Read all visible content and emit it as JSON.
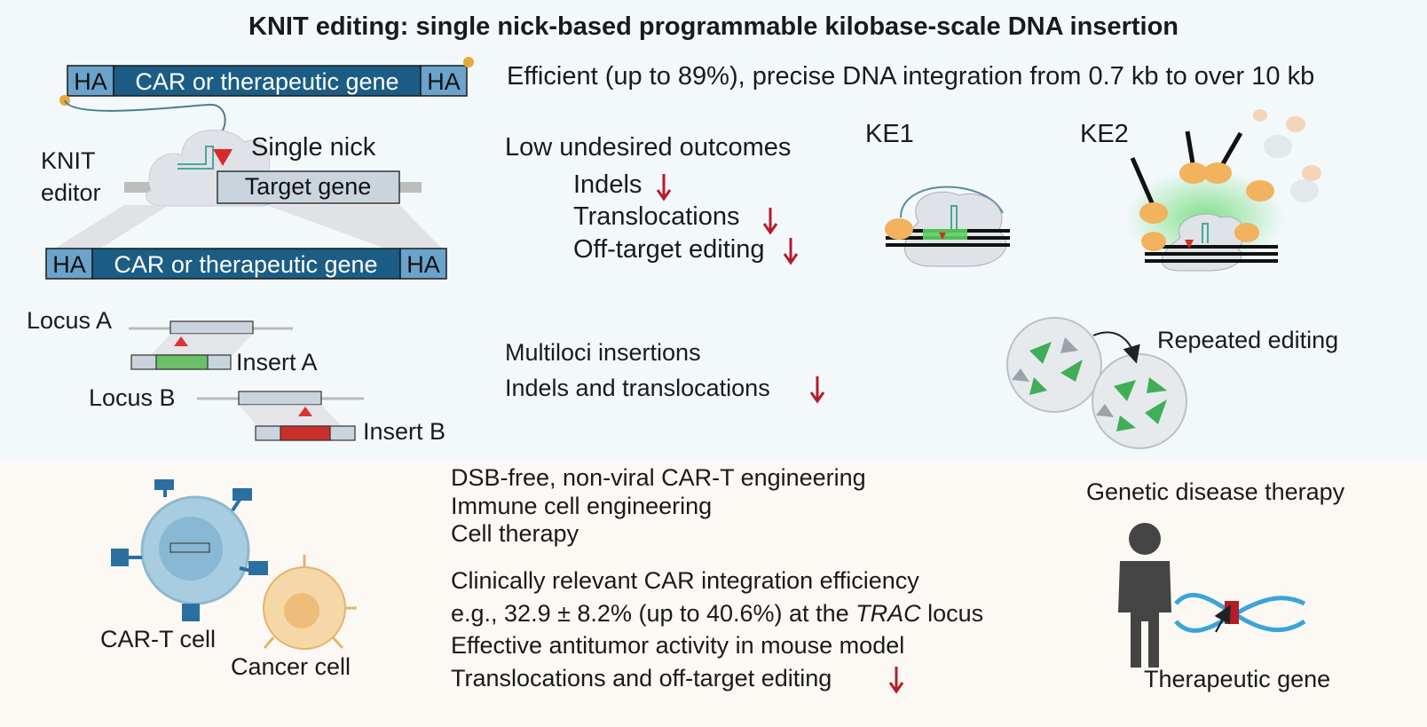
{
  "title": "KNIT editing: single nick-based programmable kilobase-scale DNA insertion",
  "construct": {
    "ha_left": "HA",
    "cargo": "CAR or therapeutic gene",
    "ha_right": "HA"
  },
  "editor": {
    "label_line1": "KNIT",
    "label_line2": "editor",
    "nick_label": "Single nick",
    "target_label": "Target gene"
  },
  "features": {
    "efficiency": "Efficient (up to 89%), precise DNA integration from 0.7 kb to over 10 kb",
    "low_outcomes_heading": "Low undesired outcomes",
    "indels": "Indels",
    "translocations": "Translocations",
    "off_target": "Off-target editing",
    "ke1": "KE1",
    "ke2": "KE2"
  },
  "multiloci": {
    "locus_a": "Locus A",
    "insert_a": "Insert A",
    "locus_b": "Locus B",
    "insert_b": "Insert B",
    "heading": "Multiloci insertions",
    "indels_translocations": "Indels and translocations",
    "repeated": "Repeated editing"
  },
  "car_t": {
    "line1": "DSB-free, non-viral CAR-T engineering",
    "line2": "Immune cell engineering",
    "line3": "Cell therapy",
    "line4": "Clinically relevant CAR integration efficiency",
    "line5_prefix": "e.g., 32.9 ± 8.2% (up to 40.6%) at the ",
    "line5_italic": "TRAC",
    "line5_suffix": " locus",
    "line6": "Effective antitumor activity in mouse model",
    "line7": "Translocations and off-target editing",
    "car_t_cell": "CAR-T cell",
    "cancer_cell": "Cancer cell"
  },
  "therapy": {
    "heading": "Genetic disease therapy",
    "gene_label": "Therapeutic gene"
  },
  "colors": {
    "ha_fill": "#6aa3cc",
    "cargo_fill": "#1b5d84",
    "down_arrow": "#b51d2a",
    "cell_green": "#3fae57",
    "insert_red": "#c9302c"
  }
}
